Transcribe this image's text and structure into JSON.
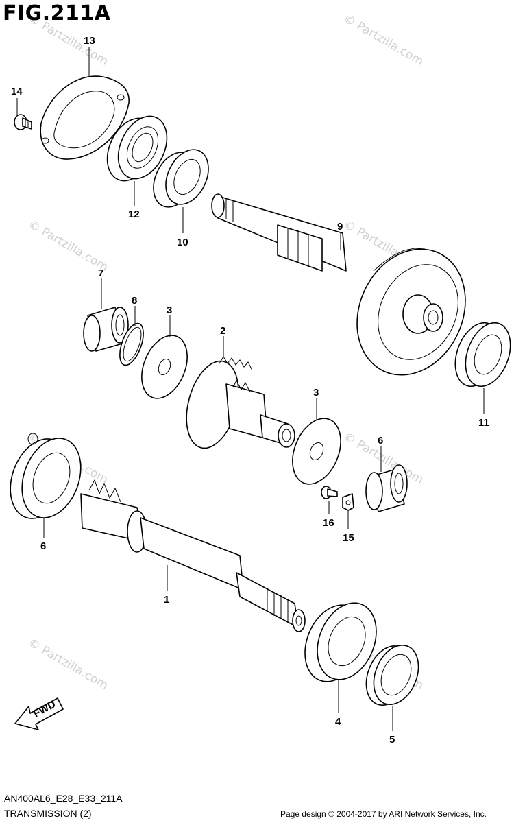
{
  "figure_title": "FIG.211A",
  "watermark": "© Partzilla.com",
  "fwd_label": "FWD",
  "callouts": [
    {
      "id": "c1",
      "label": "1"
    },
    {
      "id": "c2",
      "label": "2"
    },
    {
      "id": "c3a",
      "label": "3"
    },
    {
      "id": "c3b",
      "label": "3"
    },
    {
      "id": "c4",
      "label": "4"
    },
    {
      "id": "c5",
      "label": "5"
    },
    {
      "id": "c6a",
      "label": "6"
    },
    {
      "id": "c6b",
      "label": "6"
    },
    {
      "id": "c7",
      "label": "7"
    },
    {
      "id": "c8",
      "label": "8"
    },
    {
      "id": "c9",
      "label": "9"
    },
    {
      "id": "c10",
      "label": "10"
    },
    {
      "id": "c11",
      "label": "11"
    },
    {
      "id": "c12",
      "label": "12"
    },
    {
      "id": "c13",
      "label": "13"
    },
    {
      "id": "c14",
      "label": "14"
    },
    {
      "id": "c15",
      "label": "15"
    },
    {
      "id": "c16",
      "label": "16"
    }
  ],
  "footer": {
    "diagram_code": "AN400AL6_E28_E33_211A",
    "diagram_name": "TRANSMISSION (2)",
    "credit": "Page design © 2004-2017 by ARI Network Services, Inc."
  }
}
